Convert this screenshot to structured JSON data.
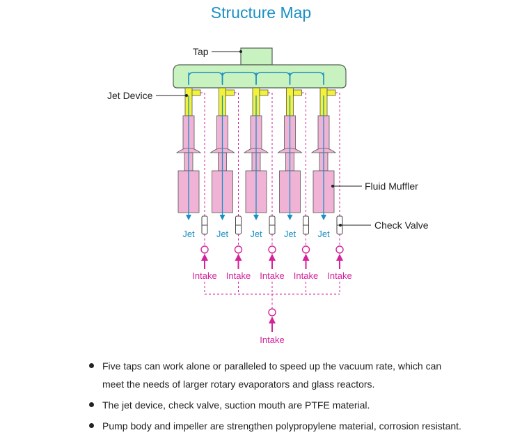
{
  "title": "Structure Map",
  "labels": {
    "tap": "Tap",
    "jet_device": "Jet Device",
    "fluid_muffler": "Fluid Muffler",
    "check_valve": "Check Valve"
  },
  "jet_label": "Jet",
  "intake_label": "Intake",
  "units": 5,
  "colors": {
    "title": "#1a8fc4",
    "manifold": "#c8f2c0",
    "manifold_stroke": "#556055",
    "pipe": "#1a8fc4",
    "jet_device": "#f2f23a",
    "muffler": "#f0b3d6",
    "intake": "#d4229a"
  },
  "notes": [
    "Five taps can work alone or paralleled to speed up the vacuum rate, which can meet the needs of larger rotary evaporators and glass reactors.",
    "The jet device, check valve, suction mouth are PTFE material.",
    "Pump body and impeller are strengthen polypropylene material, corrosion resistant."
  ]
}
